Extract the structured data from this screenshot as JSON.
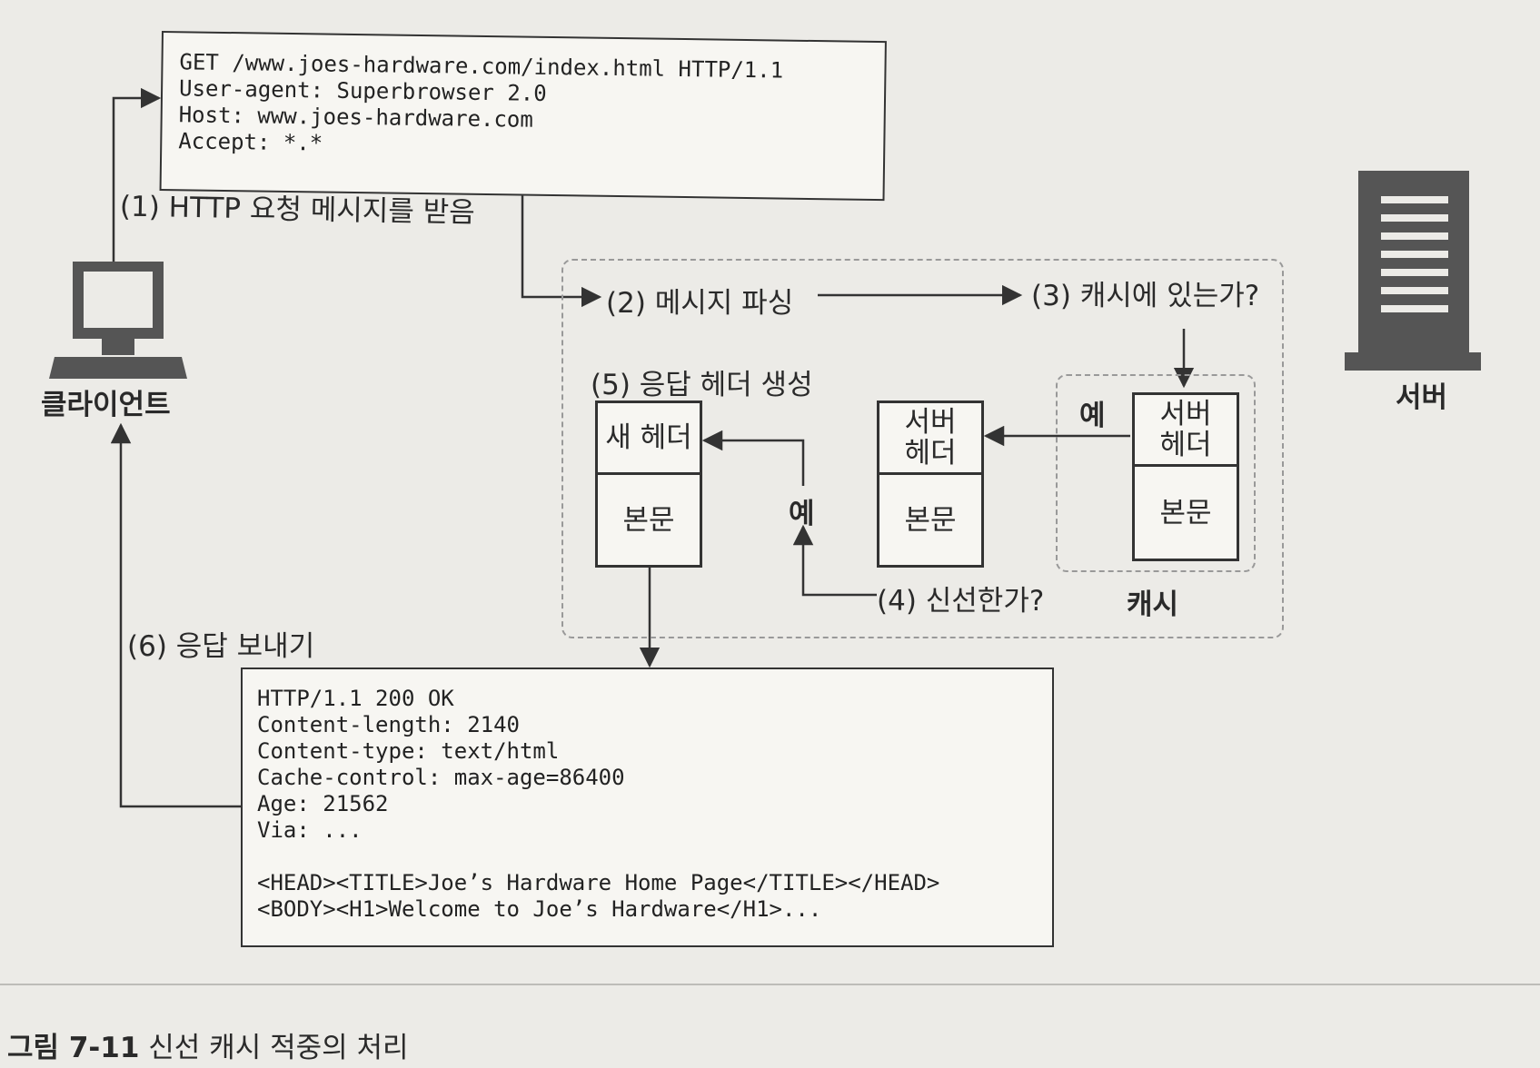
{
  "request": {
    "lines": [
      "GET /www.joes-hardware.com/index.html HTTP/1.1",
      "User-agent: Superbrowser 2.0",
      "Host: www.joes-hardware.com",
      "Accept: *.*"
    ]
  },
  "steps": {
    "s1": "(1) HTTP 요청 메시지를 받음",
    "s2": "(2) 메시지 파싱",
    "s3": "(3) 캐시에 있는가?",
    "s4": "(4) 신선한가?",
    "s5": "(5) 응답 헤더 생성",
    "s6": "(6) 응답 보내기"
  },
  "labels": {
    "client": "클라이언트",
    "server": "서버",
    "cache": "캐시",
    "yes_cache": "예",
    "yes_fresh": "예"
  },
  "blocks": {
    "new_header": "새 헤더",
    "body": "본문",
    "server_header": "서버\n헤더"
  },
  "response": {
    "lines": [
      "HTTP/1.1 200 OK",
      "Content-length: 2140",
      "Content-type: text/html",
      "Cache-control: max-age=86400",
      "Age: 21562",
      "Via: ...",
      "",
      "<HEAD><TITLE>Joe’s Hardware Home Page</TITLE></HEAD>",
      "<BODY><H1>Welcome to Joe’s Hardware</H1>..."
    ]
  },
  "caption": {
    "number": "그림 7-11",
    "text": "신선 캐시 적중의 처리"
  }
}
